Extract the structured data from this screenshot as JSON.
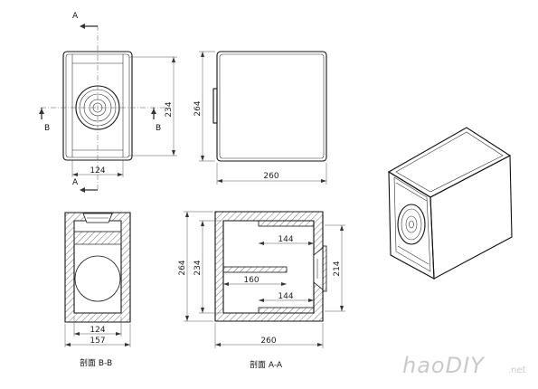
{
  "views": {
    "front": {
      "section_marker_a_top": "A",
      "section_marker_a_bottom": "A",
      "section_marker_b_left": "B",
      "section_marker_b_right": "B",
      "dim_width": "124",
      "dim_height": "234"
    },
    "side": {
      "dim_width": "260",
      "dim_height": "264"
    },
    "section_b": {
      "caption": "剖面 B-B",
      "dim_inner_width": "124",
      "dim_outer_width": "157"
    },
    "section_a": {
      "caption": "剖面 A-A",
      "dim_top_shelf": "144",
      "dim_mid_shelf": "160",
      "dim_bottom_shelf": "144",
      "dim_outer_height": "264",
      "dim_inner_height": "234",
      "dim_baffle_height": "214",
      "dim_outer_width": "260"
    }
  },
  "watermark": {
    "brand": "haoDIY",
    "suffix": ".net"
  }
}
